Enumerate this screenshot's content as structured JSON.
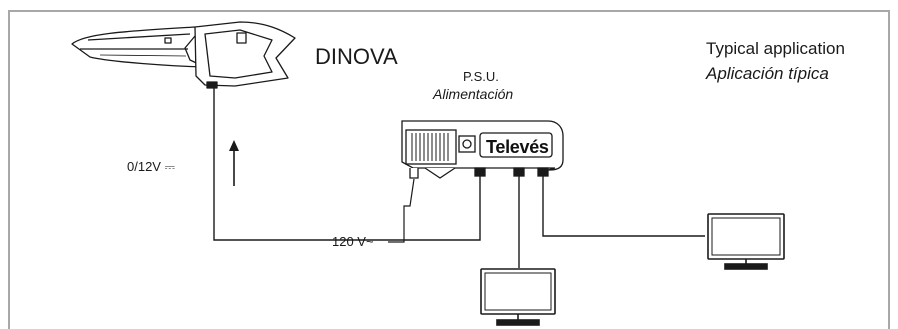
{
  "frame": {
    "border_color": "#a8a8a8"
  },
  "labels": {
    "device_name": "DINOVA",
    "typical_application_en": "Typical application",
    "typical_application_es": "Aplicación típica",
    "psu_en": "P.S.U.",
    "psu_es": "Alimentación",
    "control_voltage": "0/12V ⎓",
    "mains_voltage": "120 V~",
    "brand": "Televés"
  },
  "colors": {
    "line": "#1a1a1a",
    "fill": "#ffffff",
    "connector": "#1a1a1a"
  },
  "icons": {
    "antenna": "dinova-antenna-icon",
    "psu": "power-supply-unit-icon",
    "tv": "television-icon"
  }
}
